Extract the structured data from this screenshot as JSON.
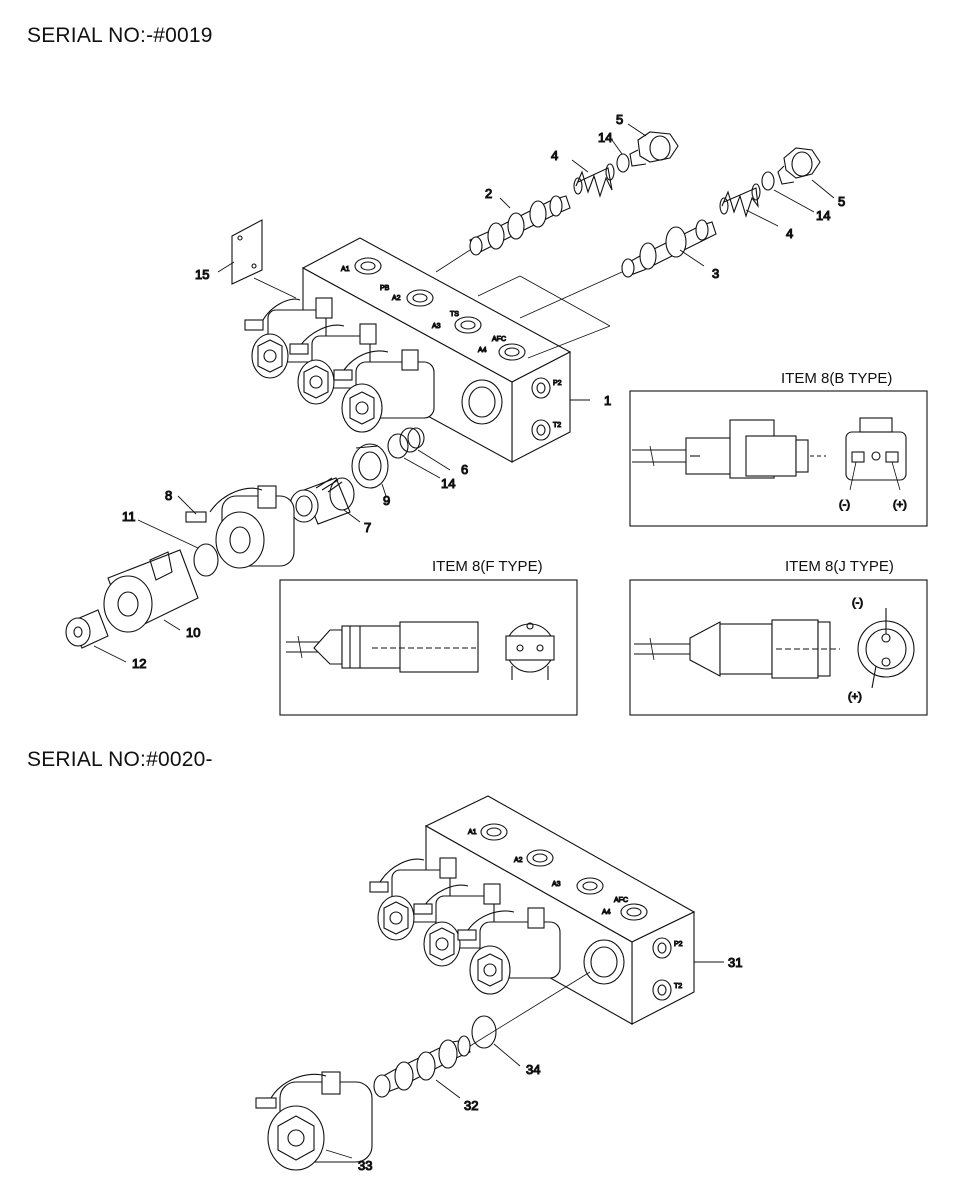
{
  "serials": {
    "top": "SERIAL NO:-#0019",
    "bottom": "SERIAL NO:#0020-"
  },
  "panels": {
    "b_type": "ITEM 8(B  TYPE)",
    "f_type": "ITEM 8(F  TYPE)",
    "j_type": "ITEM 8(J  TYPE)"
  },
  "polarity": {
    "minus": "(-)",
    "plus": "(+)"
  },
  "ports": {
    "a1": "A1",
    "a2": "A2",
    "pb": "PB",
    "a3": "A3",
    "ts": "TS",
    "a4": "A4",
    "afc": "AFC",
    "p2": "P2",
    "t2": "T2"
  },
  "callouts": {
    "c1": "1",
    "c2": "2",
    "c3": "3",
    "c4a": "4",
    "c4b": "4",
    "c5a": "5",
    "c5b": "5",
    "c6": "6",
    "c7": "7",
    "c8": "8",
    "c9": "9",
    "c10": "10",
    "c11": "11",
    "c12": "12",
    "c14a": "14",
    "c14b": "14",
    "c14c": "14",
    "c15": "15",
    "c31": "31",
    "c32": "32",
    "c33": "33",
    "c34": "34"
  }
}
